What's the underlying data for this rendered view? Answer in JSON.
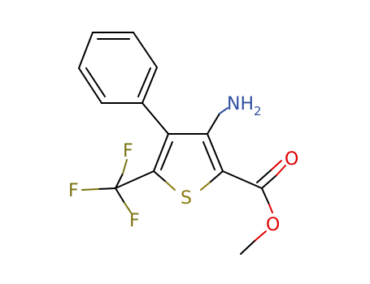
{
  "molecule": {
    "atoms": {
      "nh2": {
        "main": "NH",
        "sub": "2"
      },
      "o_carbonyl": {
        "main": "O"
      },
      "o_ester": {
        "main": "O"
      },
      "s_ring": {
        "main": "S"
      },
      "f1": {
        "main": "F"
      },
      "f2": {
        "main": "F"
      },
      "f3": {
        "main": "F"
      }
    },
    "colors": {
      "bond": "#000000",
      "nitrogen": "#3050a0",
      "oxygen": "#e00000",
      "sulfur": "#8a7a10",
      "fluorine": "#7a7210"
    }
  }
}
